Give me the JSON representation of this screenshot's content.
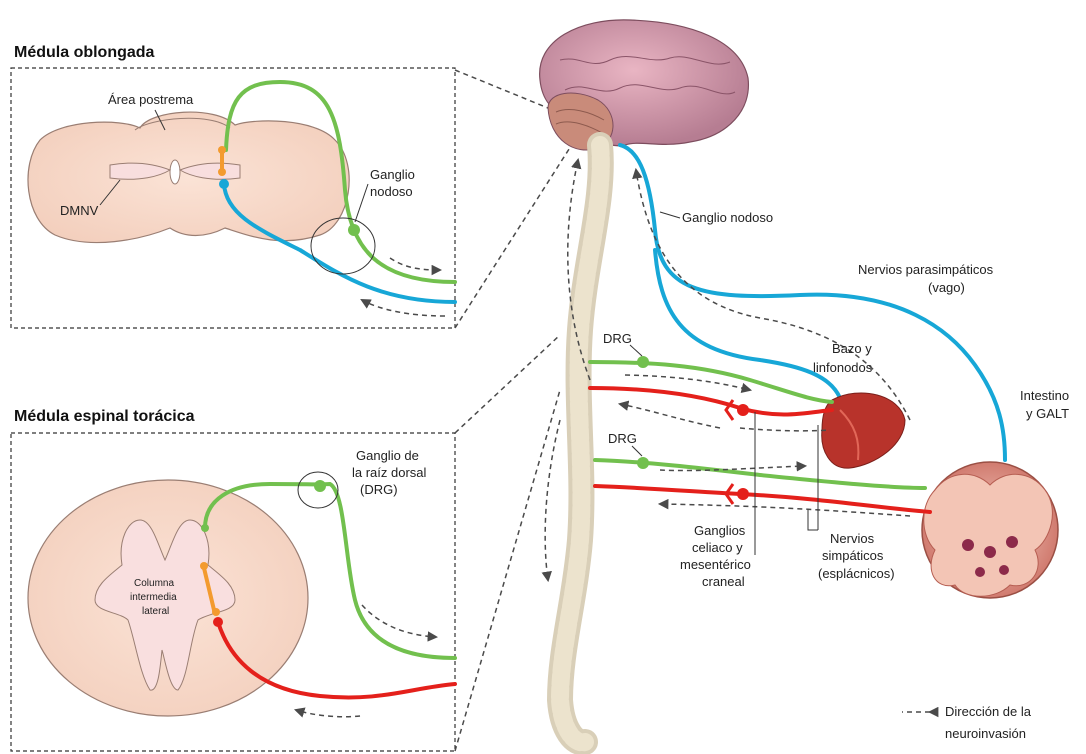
{
  "panels": {
    "medulla": {
      "title": "Médula oblongada",
      "area_postrema": "Área postrema",
      "dmnv": "DMNV",
      "ganglion_line1": "Ganglio",
      "ganglion_line2": "nodoso"
    },
    "thoracic": {
      "title": "Médula espinal torácica",
      "drg_line1": "Ganglio de",
      "drg_line2": "la raíz dorsal",
      "drg_line3": "(DRG)",
      "column_line1": "Columna",
      "column_line2": "intermedia",
      "column_line3": "lateral"
    }
  },
  "labels": {
    "ganglion_nodose": "Ganglio nodoso",
    "parasym_line1": "Nervios parasimpáticos",
    "parasym_line2": "(vago)",
    "drg_upper": "DRG",
    "drg_lower": "DRG",
    "spleen_line1": "Bazo y",
    "spleen_line2": "linfonodos",
    "intestine_line1": "Intestino",
    "intestine_line2": "y GALT",
    "ganglia_line1": "Ganglios",
    "ganglia_line2": "celiaco y",
    "ganglia_line3": "mesentérico",
    "ganglia_line4": "craneal",
    "sym_line1": "Nervios",
    "sym_line2": "simpáticos",
    "sym_line3": "(esplácnicos)"
  },
  "legend": {
    "line1": "Dirección de la",
    "line2": "neuroinvasión"
  },
  "colors": {
    "sensory": "#72c04e",
    "parasympathetic": "#17a7d7",
    "sympathetic": "#e4201b",
    "interneuron": "#f39b2f"
  }
}
